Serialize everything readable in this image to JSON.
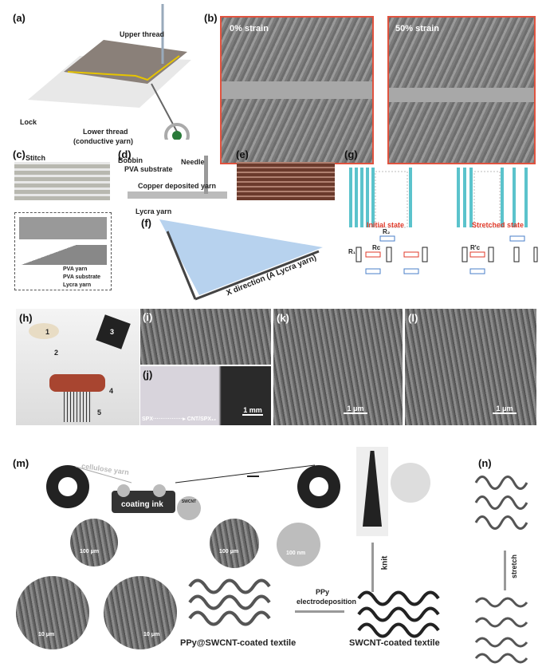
{
  "panels": {
    "a": {
      "label": "(a)",
      "upper": "Upper thread",
      "lock": "Lock",
      "stitch": "Stitch",
      "lower1": "Lower thread",
      "lower2": "(conductive yarn)",
      "bobbin": "Bobbin"
    },
    "b": {
      "label": "(b)",
      "left": "0% strain",
      "right": "50% strain"
    },
    "c": {
      "label": "(c)",
      "legend": [
        "PVA yarn",
        "PVA substrate",
        "Lycra yarn"
      ]
    },
    "d": {
      "label": "(d)",
      "needle": "Needle",
      "pva": "PVA substrate",
      "copper": "Copper deposited yarn",
      "lycra": "Lycra yarn"
    },
    "e": {
      "label": "(e)"
    },
    "f": {
      "label": "(f)",
      "axis": "X direction (A Lycra yarn)"
    },
    "g": {
      "label": "(g)",
      "initial": "Initial state",
      "stretched": "Stretched state",
      "r1": "R₁",
      "r2": "R₂",
      "rc": "Rᴄ",
      "rcp": "R'ᴄ"
    },
    "h": {
      "label": "(h)",
      "n1": "1",
      "n2": "2",
      "n3": "3",
      "n4": "4",
      "n5": "5"
    },
    "i": {
      "label": "(i)"
    },
    "j": {
      "label": "(j)",
      "caption": "SPX················▸ CNT/SPX₁₂",
      "scale": "1 mm"
    },
    "k": {
      "label": "(k)",
      "scale": "1 μm"
    },
    "l": {
      "label": "(l)",
      "scale": "1 μm"
    },
    "m": {
      "label": "(m)",
      "yarn": "cellulose yarn",
      "ink": "coating ink",
      "swcnt": "SWCNT",
      "s1": "100 μm",
      "s2": "100 μm",
      "s3": "100 nm",
      "knit": "knit",
      "ppy": "PPy",
      "electro": "electrodeposition",
      "s4": "10 μm",
      "s5": "10 μm",
      "ppy_textile": "PPy@SWCNT-coated textile",
      "swcnt_textile": "SWCNT-coated textile"
    },
    "n": {
      "label": "(n)",
      "stretch": "stretch"
    }
  }
}
